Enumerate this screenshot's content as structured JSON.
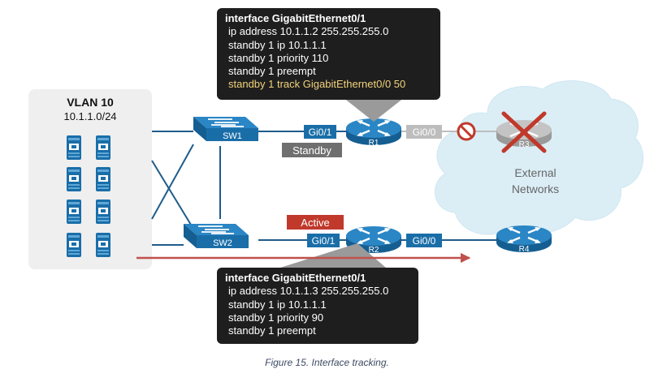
{
  "vlan": {
    "title": "VLAN 10",
    "subnet": "10.1.1.0/24"
  },
  "switches": {
    "sw1": "SW1",
    "sw2": "SW2"
  },
  "routers": {
    "r1": "R1",
    "r2": "R2",
    "r3": "R3",
    "r4": "R4"
  },
  "ports": {
    "r1_gi01": "Gi0/1",
    "r1_gi00": "Gi0/0",
    "r2_gi01": "Gi0/1",
    "r2_gi00": "Gi0/0"
  },
  "states": {
    "standby": "Standby",
    "active": "Active"
  },
  "cloud": {
    "line1": "External",
    "line2": "Networks"
  },
  "config_r1": {
    "header": "interface GigabitEthernet0/1",
    "lines": [
      "ip address 10.1.1.2 255.255.255.0",
      "standby 1 ip 10.1.1.1",
      "standby 1 priority 110",
      "standby 1 preempt"
    ],
    "highlight": "standby 1 track GigabitEthernet0/0 50"
  },
  "config_r2": {
    "header": "interface GigabitEthernet0/1",
    "lines": [
      "ip address 10.1.1.3 255.255.255.0",
      "standby 1 ip 10.1.1.1",
      "standby 1 priority 90",
      "standby 1 preempt"
    ]
  },
  "caption": "Figure 15. Interface tracking.",
  "colors": {
    "device_blue": "#1a6ea8",
    "cable": "#1f5c8b",
    "standby_gray": "#6f6f6f",
    "active_red": "#c0392b",
    "cloud": "#dbeef6",
    "dead_gray": "#bdbdbd",
    "config_bg": "#1e1e1e",
    "highlight": "#f2d27a",
    "arrow_red": "#c0504d"
  }
}
